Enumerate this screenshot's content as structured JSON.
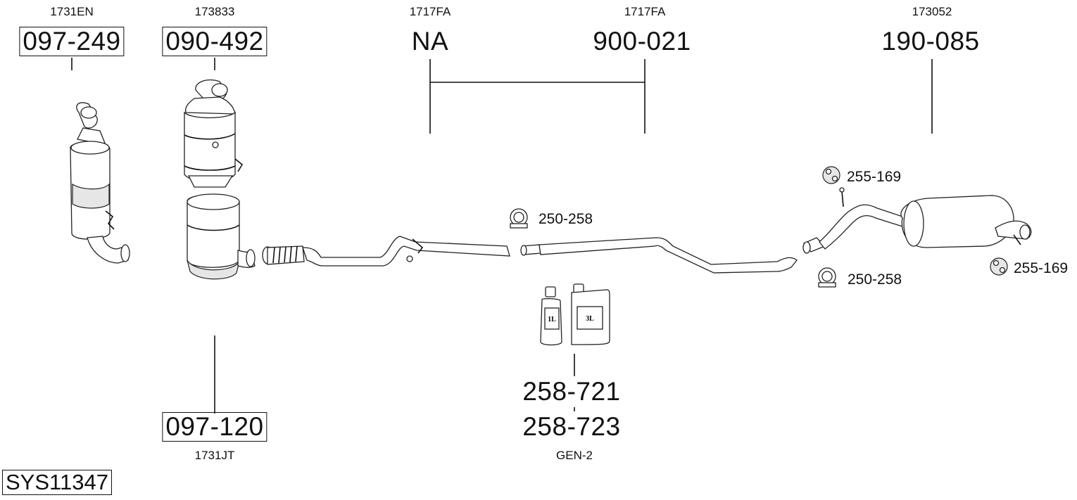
{
  "diagram": {
    "system_code": "SYS11347",
    "parts": [
      {
        "id": "p1",
        "ref": "1731EN",
        "number": "097-249"
      },
      {
        "id": "p2",
        "ref": "173833",
        "number": "090-492"
      },
      {
        "id": "p3",
        "ref": "1717FA",
        "number": "NA"
      },
      {
        "id": "p4",
        "ref": "1717FA",
        "number": "900-021"
      },
      {
        "id": "p5",
        "ref": "173052",
        "number": "190-085"
      },
      {
        "id": "p6",
        "ref": "1731JT",
        "number": "097-120"
      },
      {
        "id": "p7",
        "ref": "GEN-2",
        "number": "258-721",
        "number2": "258-723"
      }
    ],
    "hardware": {
      "clamp_front": "250-258",
      "clamp_rear": "250-258",
      "hanger_top": "255-169",
      "hanger_right": "255-169"
    },
    "containers": {
      "small_label": "1L",
      "large_label": "3L"
    }
  }
}
